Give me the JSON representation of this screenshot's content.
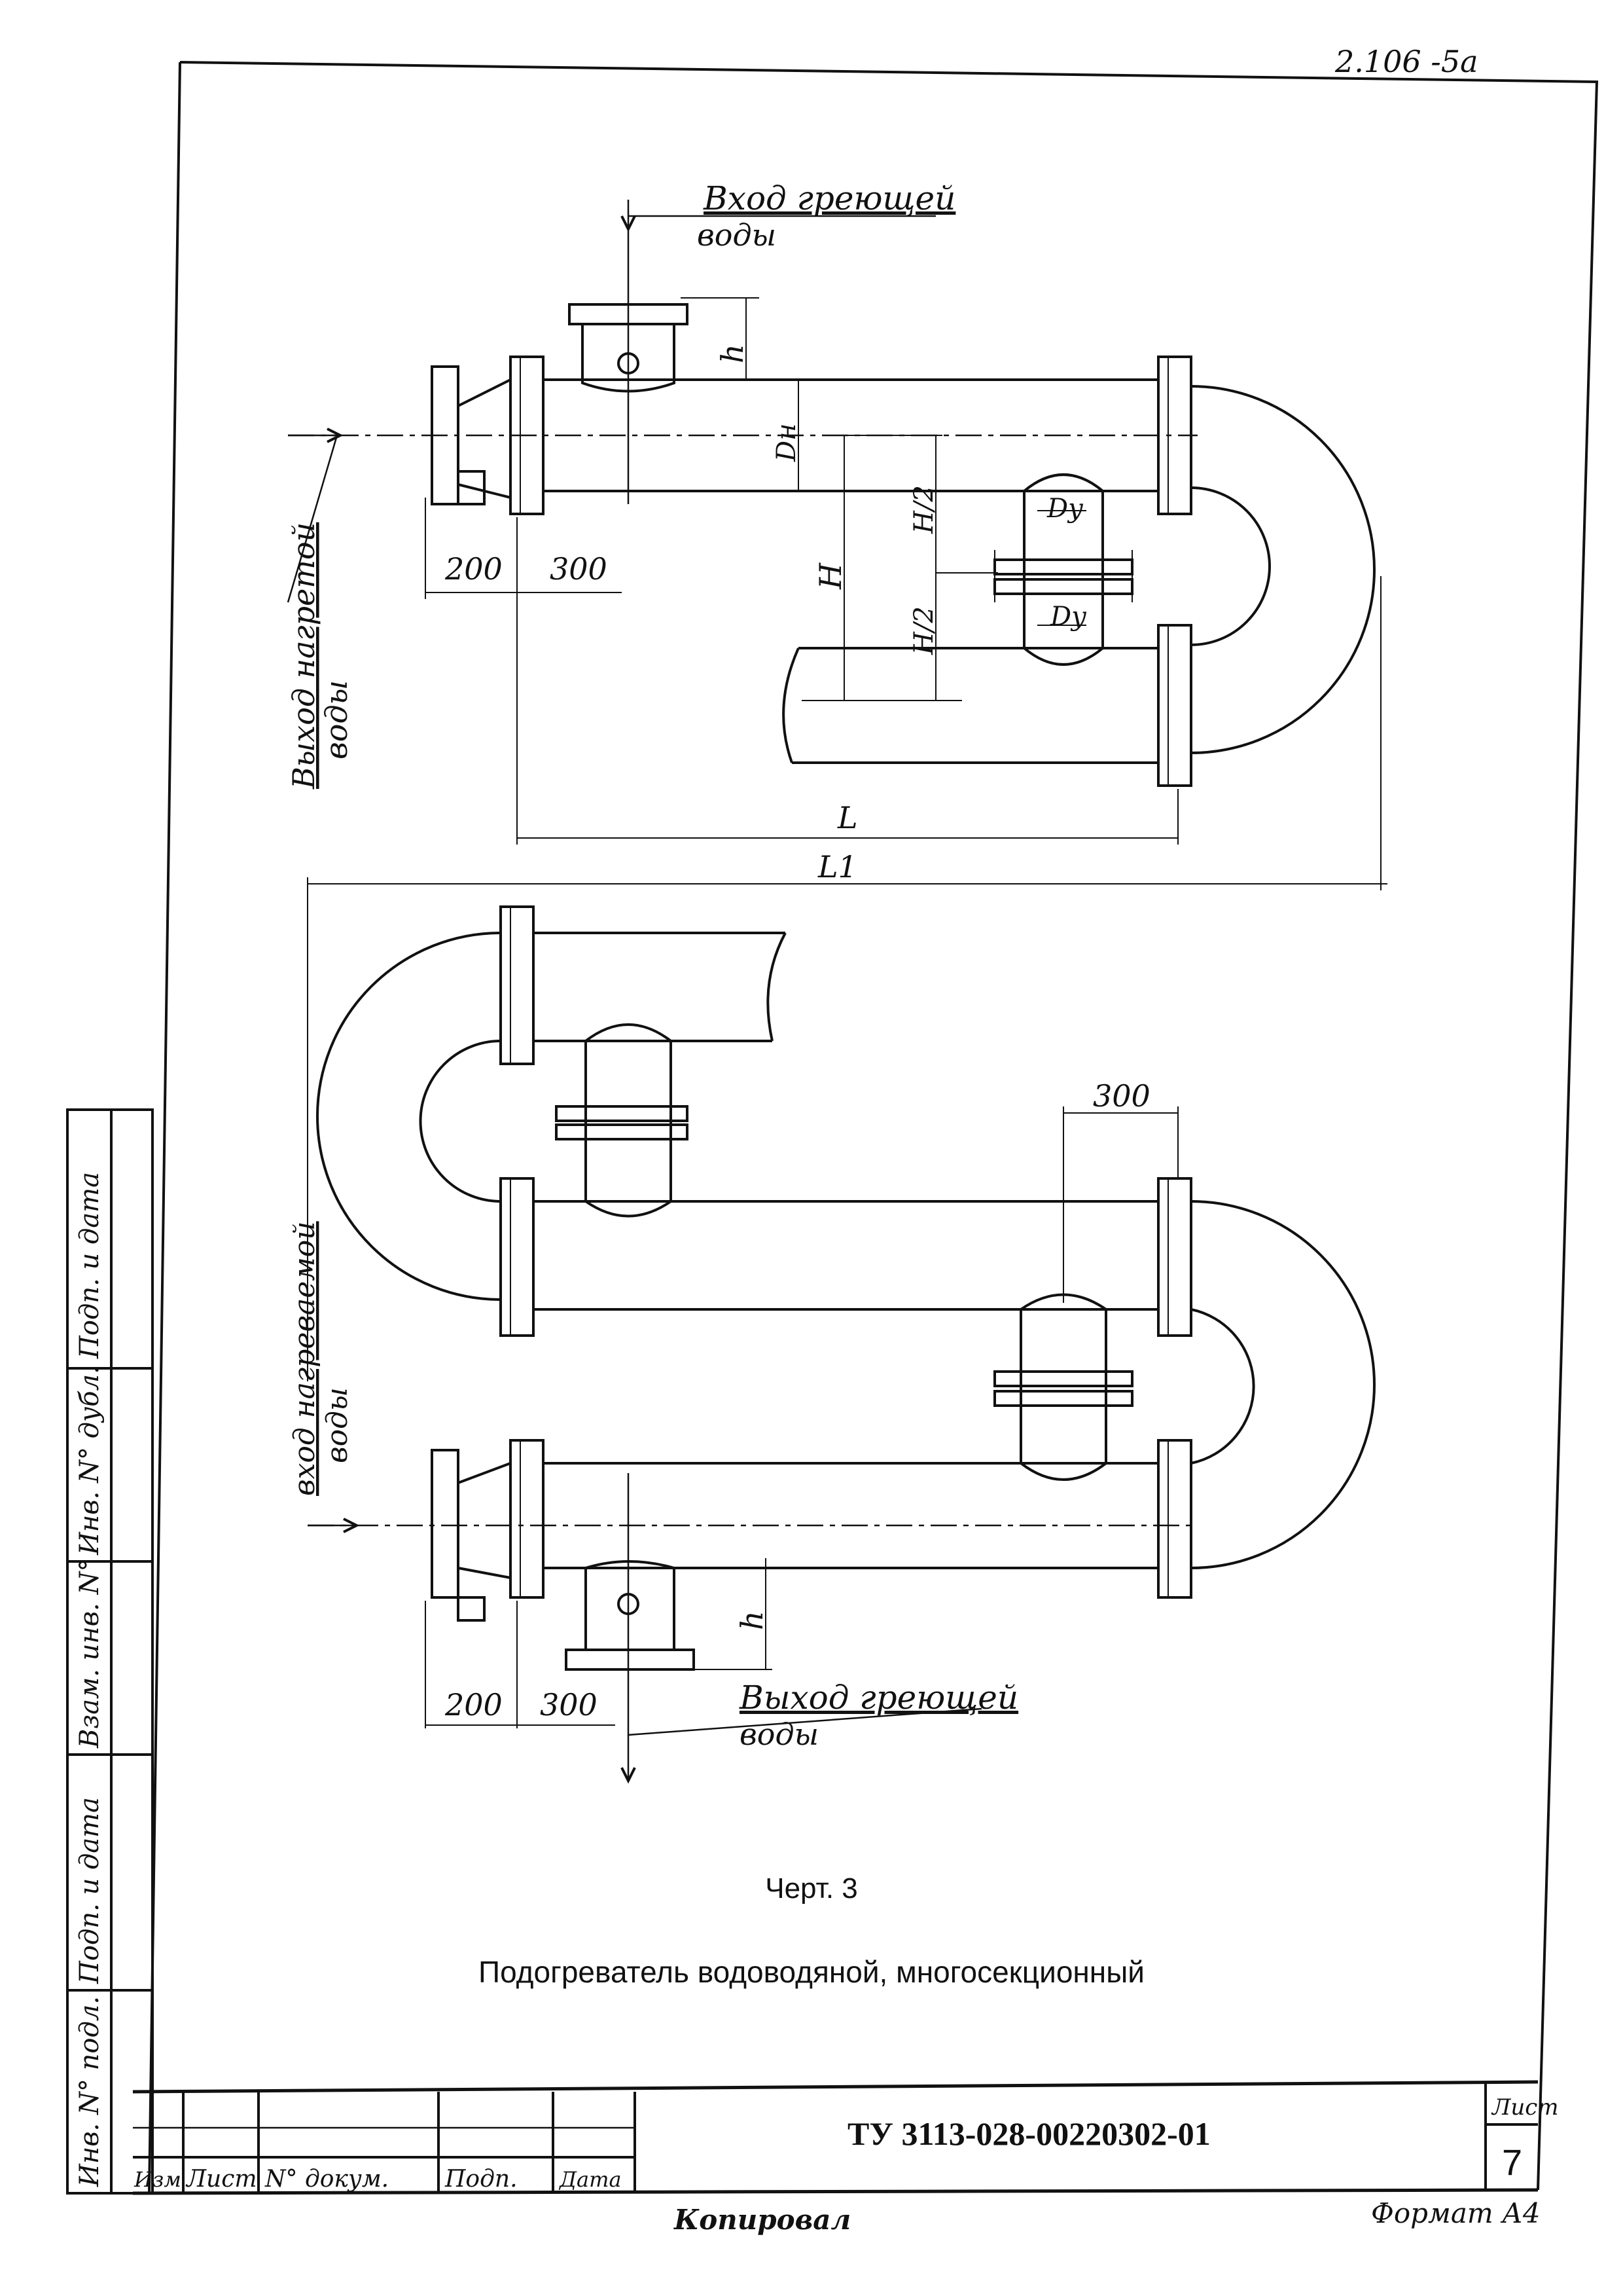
{
  "sheet_code": "2.106 -5a",
  "top_view": {
    "inlet_label_1": "Вход греющей",
    "inlet_label_2": "воды",
    "outlet_label_1": "Выход нагретой",
    "outlet_label_2": "воды",
    "dim_200": "200",
    "dim_300": "300",
    "dim_h": "h",
    "dim_dn": "Dн",
    "dim_H": "H",
    "dim_H2_top": "H/2",
    "dim_H2_bottom": "H/2",
    "dim_dy_top": "Dy",
    "dim_dy_bottom": "Dy",
    "dim_L": "L",
    "dim_L1": "L1"
  },
  "bottom_view": {
    "inlet_label_1": "вход нагреваемой",
    "inlet_label_2": "воды",
    "outlet_label_1": "Выход греющей",
    "outlet_label_2": "воды",
    "dim_300_top": "300",
    "dim_200": "200",
    "dim_300": "300",
    "dim_h": "h"
  },
  "caption": {
    "figure": "Черт. 3",
    "title": "Подогреватель водоводяной, многосекционный"
  },
  "side_stamp": [
    "Подп. и дата",
    "Инв. N° дубл.",
    "Взам. инв. N°",
    "Подп. и дата",
    "Инв. N° подл."
  ],
  "title_block": {
    "col_izm": "Изм",
    "col_list": "Лист",
    "col_doc": "N° докум.",
    "col_sign": "Подп.",
    "col_date": "Дата",
    "doc_code": "ТУ 3113-028-00220302-01",
    "sheet_label": "Лист",
    "sheet_number": "7"
  },
  "footer": {
    "copied": "Копировал",
    "format": "Формат А4"
  }
}
